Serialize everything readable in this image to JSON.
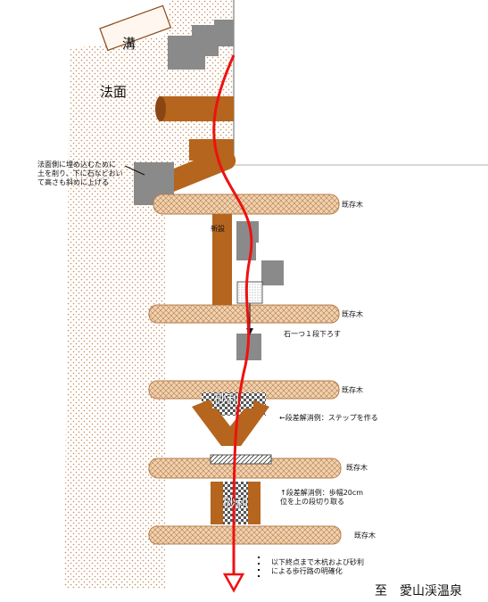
{
  "labels": {
    "gutter": "溝",
    "slope": "法面",
    "annotation_slope": [
      "法面側に埋め込むために",
      "土を削り、下に石などおい",
      "て高さも斜めに上げる"
    ],
    "existing_log": "既存木",
    "new_log": "新設",
    "lower_stone": "石一つ１段下ろす",
    "gravel": "砂利",
    "gravel2": "砂利",
    "step_fix": "←段差解消例：ステップを作る",
    "step_fix2": [
      "↑段差解消例：歩幅20cm",
      "位を上の段切り取る"
    ],
    "bottom_note": [
      "以下終点まで木杭および砂利",
      "による歩行路の明確化"
    ],
    "destination": "至　愛山渓温泉"
  },
  "colors": {
    "log_brown": "#b5651d",
    "existing_log_fill": "#e9c9a6",
    "stone_gray": "#8a8a8a",
    "path_red": "#ee1111",
    "slope_dots": "#c98a5a"
  }
}
